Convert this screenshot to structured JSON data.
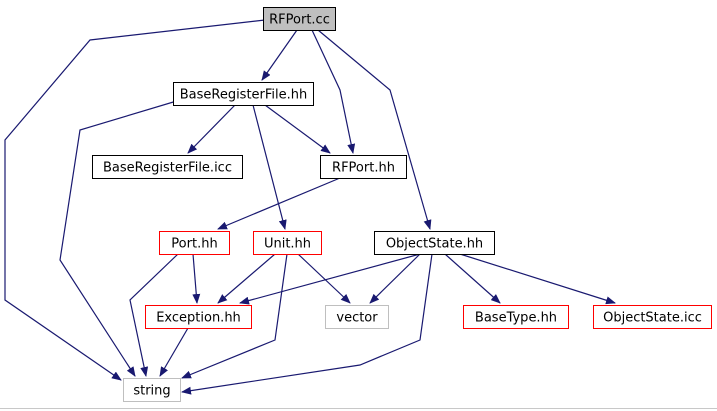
{
  "colors": {
    "edge": "#191970",
    "root_fill": "#bfbfbf",
    "root_border": "#000000",
    "normal_border": "#000000",
    "red_border": "#ff0000",
    "gray_border": "#bfbfbf"
  },
  "nodes": [
    {
      "id": "rfport_cc",
      "label": "RFPort.cc",
      "style": "root"
    },
    {
      "id": "base_register_file_hh",
      "label": "BaseRegisterFile.hh",
      "style": "normal"
    },
    {
      "id": "base_register_file_icc",
      "label": "BaseRegisterFile.icc",
      "style": "normal"
    },
    {
      "id": "rfport_hh",
      "label": "RFPort.hh",
      "style": "normal"
    },
    {
      "id": "port_hh",
      "label": "Port.hh",
      "style": "red"
    },
    {
      "id": "unit_hh",
      "label": "Unit.hh",
      "style": "red"
    },
    {
      "id": "object_state_hh",
      "label": "ObjectState.hh",
      "style": "normal"
    },
    {
      "id": "exception_hh",
      "label": "Exception.hh",
      "style": "red"
    },
    {
      "id": "vector",
      "label": "vector",
      "style": "gray"
    },
    {
      "id": "base_type_hh",
      "label": "BaseType.hh",
      "style": "red"
    },
    {
      "id": "object_state_icc",
      "label": "ObjectState.icc",
      "style": "red"
    },
    {
      "id": "string",
      "label": "string",
      "style": "gray"
    }
  ],
  "edges": [
    {
      "from": "rfport_cc",
      "to": "base_register_file_hh"
    },
    {
      "from": "rfport_cc",
      "to": "rfport_hh"
    },
    {
      "from": "rfport_cc",
      "to": "object_state_hh"
    },
    {
      "from": "rfport_cc",
      "to": "string"
    },
    {
      "from": "base_register_file_hh",
      "to": "base_register_file_icc"
    },
    {
      "from": "base_register_file_hh",
      "to": "rfport_hh"
    },
    {
      "from": "base_register_file_hh",
      "to": "unit_hh"
    },
    {
      "from": "base_register_file_hh",
      "to": "string"
    },
    {
      "from": "rfport_hh",
      "to": "port_hh"
    },
    {
      "from": "port_hh",
      "to": "exception_hh"
    },
    {
      "from": "port_hh",
      "to": "string"
    },
    {
      "from": "unit_hh",
      "to": "exception_hh"
    },
    {
      "from": "unit_hh",
      "to": "vector"
    },
    {
      "from": "unit_hh",
      "to": "string"
    },
    {
      "from": "object_state_hh",
      "to": "exception_hh"
    },
    {
      "from": "object_state_hh",
      "to": "vector"
    },
    {
      "from": "object_state_hh",
      "to": "base_type_hh"
    },
    {
      "from": "object_state_hh",
      "to": "object_state_icc"
    },
    {
      "from": "object_state_hh",
      "to": "string"
    },
    {
      "from": "exception_hh",
      "to": "string"
    }
  ]
}
